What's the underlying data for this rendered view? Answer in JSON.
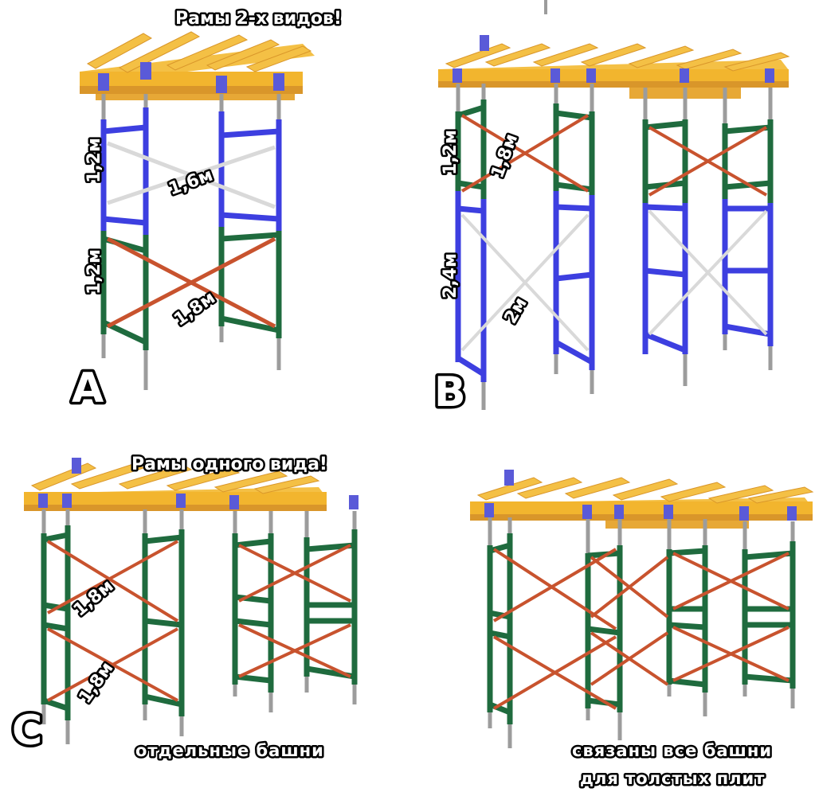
{
  "panels": {
    "a": {
      "letter": "A",
      "title": "Рамы 2-х видов!",
      "dims": {
        "top_frame": "1,2м",
        "top_brace": "1,6м",
        "bottom_frame": "1,2м",
        "bottom_brace": "1,8м"
      }
    },
    "b": {
      "letter": "B",
      "dims": {
        "top_frame": "1,2м",
        "top_brace": "1,8м",
        "bottom_frame": "2,4м",
        "bottom_brace": "2м"
      }
    },
    "c": {
      "letter": "C",
      "title": "Рамы одного вида!",
      "dims": {
        "top_brace": "1,8м",
        "bottom_brace": "1,8м"
      },
      "caption": "отдельные башни"
    },
    "d": {
      "caption_line1": "связаны все башни",
      "caption_line2": "для толстых плит"
    }
  },
  "colors": {
    "beam_yellow": "#f2b52e",
    "beam_shadow": "#d9962a",
    "frame_green": "#1f6b3e",
    "frame_blue": "#3d3fe0",
    "brace_red": "#c8532e",
    "brace_gray": "#d9d9d9",
    "jack_gray": "#9c9c9c",
    "head_blue": "#5a5ad8"
  }
}
